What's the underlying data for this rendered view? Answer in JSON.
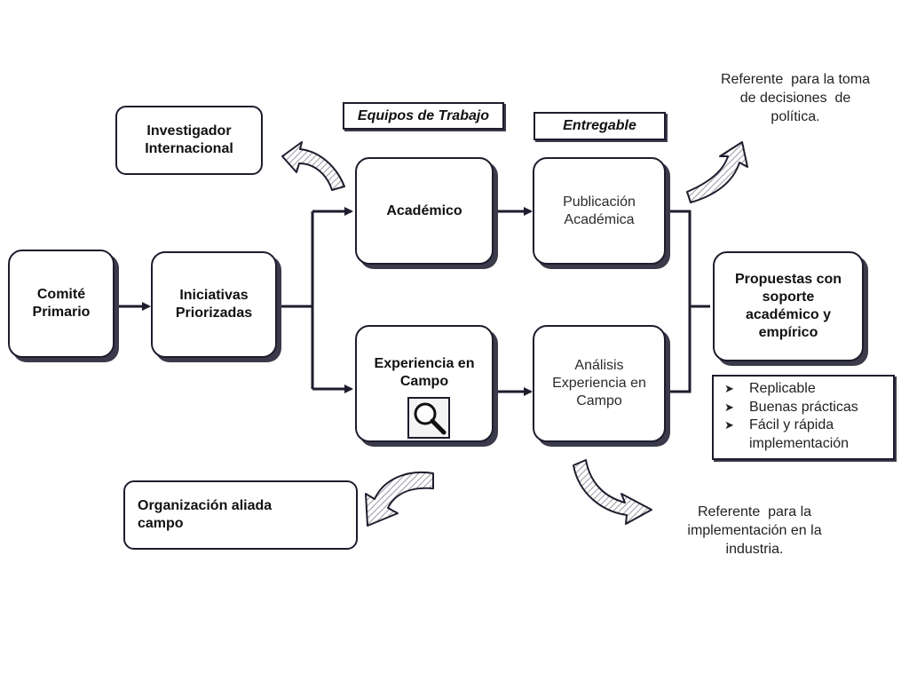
{
  "boxes": {
    "comite": [
      "Comité",
      "Primario"
    ],
    "iniciativas": [
      "Iniciativas",
      "Priorizadas"
    ],
    "academico": "Académico",
    "experiencia": [
      "Experiencia en",
      "Campo"
    ],
    "publicacion": [
      "Publicación",
      "Académica"
    ],
    "analisis": [
      "Análisis",
      "Experiencia en",
      "Campo"
    ],
    "propuestas": [
      "Propuestas con",
      "soporte",
      "académico y",
      "empírico"
    ],
    "investigador": [
      "Investigador",
      "Internacional"
    ],
    "organizacion": [
      "Organización aliada",
      "campo"
    ]
  },
  "labels": {
    "equipos": "Equipos de Trabajo",
    "entregable": "Entregable"
  },
  "notes": {
    "politica": [
      "Referente  para la toma",
      "de decisiones  de",
      "política."
    ],
    "industria": [
      "Referente  para la",
      "implementación en la",
      "industria."
    ]
  },
  "bullets": [
    "Replicable",
    "Buenas prácticas",
    "Fácil y rápida",
    "implementación"
  ],
  "icons": {
    "bullet": "arrow-bullet-icon",
    "magnifier": "magnifier-icon",
    "people": "people-illustration",
    "curved_arrow": "curved-arrow-icon"
  },
  "colors": {
    "line": "#1d1d2e",
    "shadow": "#3a3a4a"
  }
}
